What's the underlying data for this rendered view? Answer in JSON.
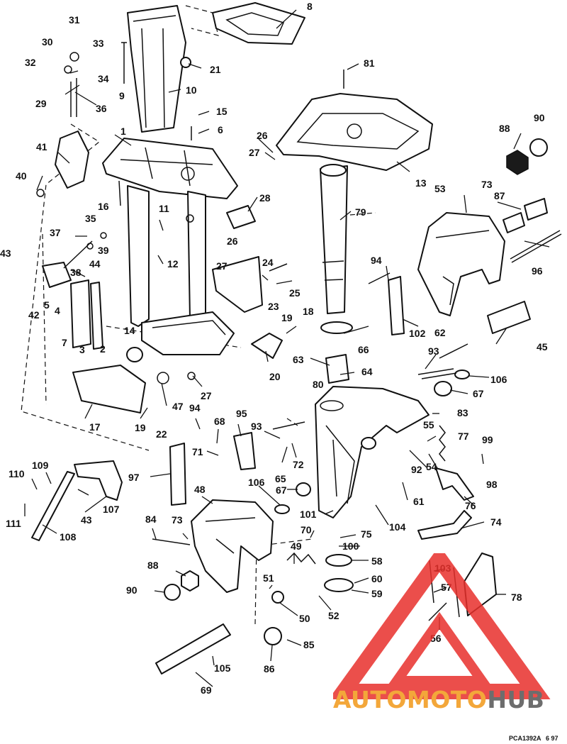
{
  "diagram": {
    "part_numbers": [
      "1",
      "2",
      "3",
      "4",
      "5",
      "6",
      "7",
      "8",
      "9",
      "10",
      "11",
      "12",
      "13",
      "14",
      "15",
      "16",
      "17",
      "18",
      "19",
      "19",
      "20",
      "21",
      "22",
      "23",
      "24",
      "25",
      "26",
      "26",
      "27",
      "27",
      "27",
      "28",
      "29",
      "30",
      "31",
      "32",
      "33",
      "34",
      "35",
      "36",
      "37",
      "38",
      "39",
      "40",
      "41",
      "42",
      "43",
      "43",
      "44",
      "45",
      "47",
      "48",
      "49",
      "50",
      "51",
      "52",
      "53",
      "54",
      "55",
      "56",
      "57",
      "58",
      "59",
      "60",
      "61",
      "62",
      "63",
      "64",
      "65",
      "66",
      "67",
      "67",
      "68",
      "69",
      "70",
      "71",
      "72",
      "73",
      "73",
      "74",
      "75",
      "76",
      "77",
      "78",
      "79",
      "80",
      "81",
      "83",
      "84",
      "85",
      "86",
      "87",
      "88",
      "88",
      "90",
      "90",
      "92",
      "93",
      "93",
      "94",
      "94",
      "95",
      "96",
      "97",
      "98",
      "99",
      "100",
      "101",
      "102",
      "103",
      "104",
      "105",
      "106",
      "106",
      "107",
      "108",
      "109",
      "110",
      "111"
    ],
    "footer_code": "PCA1392A",
    "footer_date": "6 97"
  },
  "watermark": {
    "brand_part1": "AUTOMOTO",
    "brand_part2": "HUB",
    "colors": {
      "accent_red": "#e8302c",
      "accent_orange": "#f3a73a",
      "accent_gray": "#6d6d6d"
    }
  }
}
